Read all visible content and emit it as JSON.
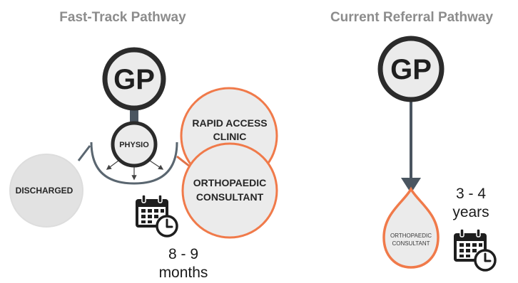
{
  "fast_track": {
    "title": "Fast-Track Pathway",
    "gp": "GP",
    "physio": "PHYSIO",
    "rapid_access_line1": "RAPID ACCESS",
    "rapid_access_line2": "CLINIC",
    "ortho_line1": "ORTHOPAEDIC",
    "ortho_line2": "CONSULTANT",
    "discharged": "DISCHARGED",
    "duration_line1": "8 - 9",
    "duration_line2": "months"
  },
  "current": {
    "title": "Current Referral Pathway",
    "gp": "GP",
    "ortho_line1": "ORTHOPAEDIC",
    "ortho_line2": "CONSULTANT",
    "duration_line1": "3 - 4",
    "duration_line2": "years"
  },
  "colors": {
    "node_fill": "#ebebeb",
    "dark_stroke": "#2b2b2b",
    "orange_stroke": "#f07a4a",
    "connector": "#4a5560",
    "title_gray": "#8c8c8c"
  },
  "icons": [
    "calendar-clock-icon",
    "calendar-clock-icon"
  ]
}
